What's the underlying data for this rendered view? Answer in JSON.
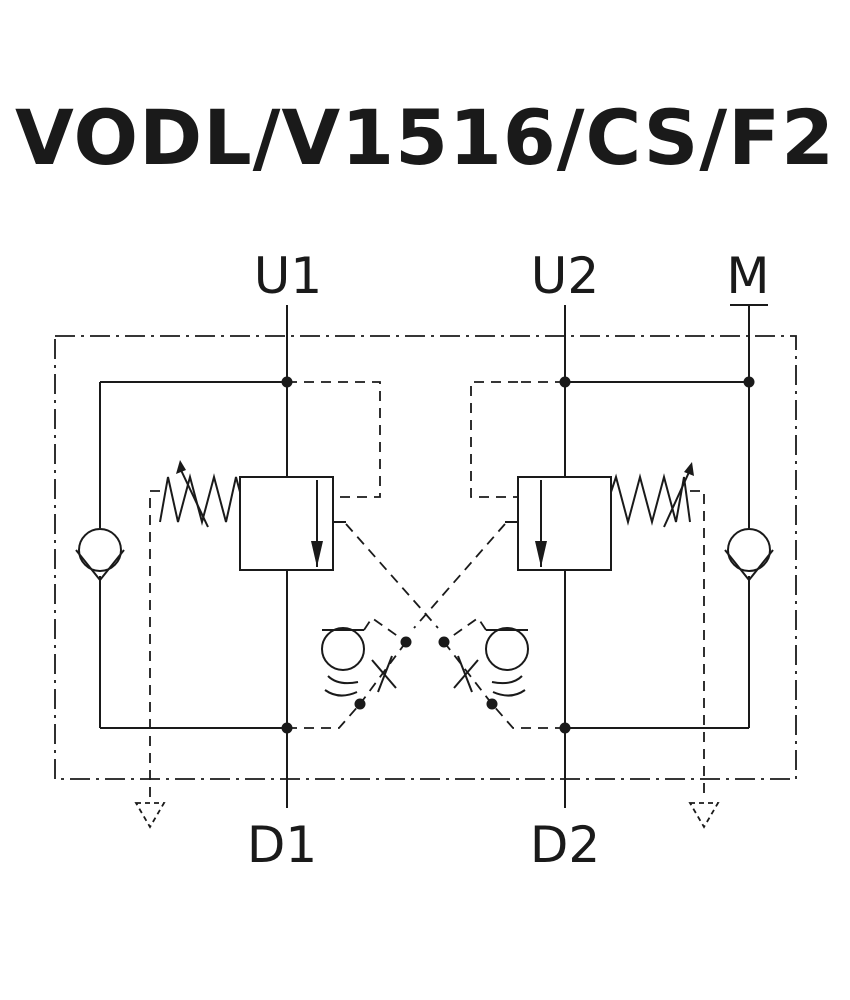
{
  "title": "VODL/V1516/CS/F2",
  "ports": {
    "u1": "U1",
    "u2": "U2",
    "m": "M",
    "d1": "D1",
    "d2": "D2"
  },
  "colors": {
    "ink": "#1a1a1a",
    "background": "#ffffff"
  }
}
